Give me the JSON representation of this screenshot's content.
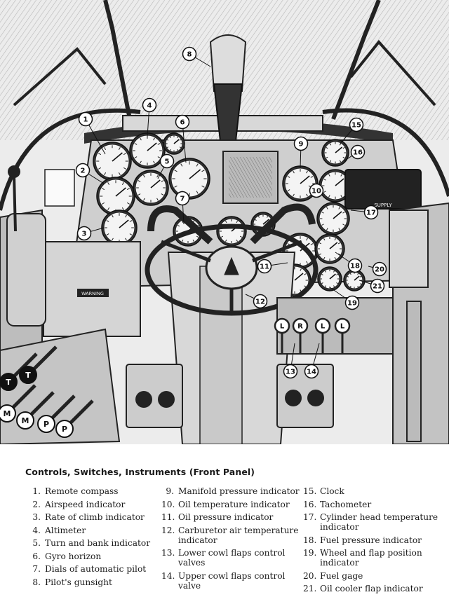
{
  "legend": {
    "title": "Controls, Switches, Instruments (Front Panel)",
    "columns": [
      [
        {
          "num": "1.",
          "text": "Remote compass"
        },
        {
          "num": "2.",
          "text": "Airspeed indicator"
        },
        {
          "num": "3.",
          "text": "Rate of climb indicator"
        },
        {
          "num": "4.",
          "text": "Altimeter"
        },
        {
          "num": "5.",
          "text": "Turn and bank indicator"
        },
        {
          "num": "6.",
          "text": "Gyro horizon"
        },
        {
          "num": "7.",
          "text": "Dials of automatic pilot"
        },
        {
          "num": "8.",
          "text": "Pilot's gunsight"
        }
      ],
      [
        {
          "num": "9.",
          "text": "Manifold pressure indicator"
        },
        {
          "num": "10.",
          "text": "Oil temperature indicator"
        },
        {
          "num": "11.",
          "text": "Oil pressure indicator"
        },
        {
          "num": "12.",
          "text": "Carburetor air temperature indicator"
        },
        {
          "num": "13.",
          "text": "Lower cowl flaps control valves"
        },
        {
          "num": "14.",
          "text": "Upper cowl flaps control valve"
        }
      ],
      [
        {
          "num": "15.",
          "text": "Clock"
        },
        {
          "num": "16.",
          "text": "Tachometer"
        },
        {
          "num": "17.",
          "text": "Cylinder head temperature indicator"
        },
        {
          "num": "18.",
          "text": "Fuel pressure indicator"
        },
        {
          "num": "19.",
          "text": "Wheel and flap position indicator"
        },
        {
          "num": "20.",
          "text": "Fuel gage"
        },
        {
          "num": "21.",
          "text": "Oil cooler flap indicator"
        }
      ]
    ]
  },
  "callouts": [
    "1",
    "2",
    "3",
    "4",
    "5",
    "6",
    "7",
    "8",
    "9",
    "10",
    "11",
    "12",
    "13",
    "14",
    "15",
    "16",
    "17",
    "18",
    "19",
    "20",
    "21"
  ],
  "panel_text": {
    "warning": "WARNING",
    "supply": "SUPPLY",
    "lever_letters": [
      "L",
      "R",
      "L",
      "L"
    ],
    "throttle_letters": [
      "T",
      "T",
      "M",
      "M",
      "P",
      "P"
    ]
  }
}
